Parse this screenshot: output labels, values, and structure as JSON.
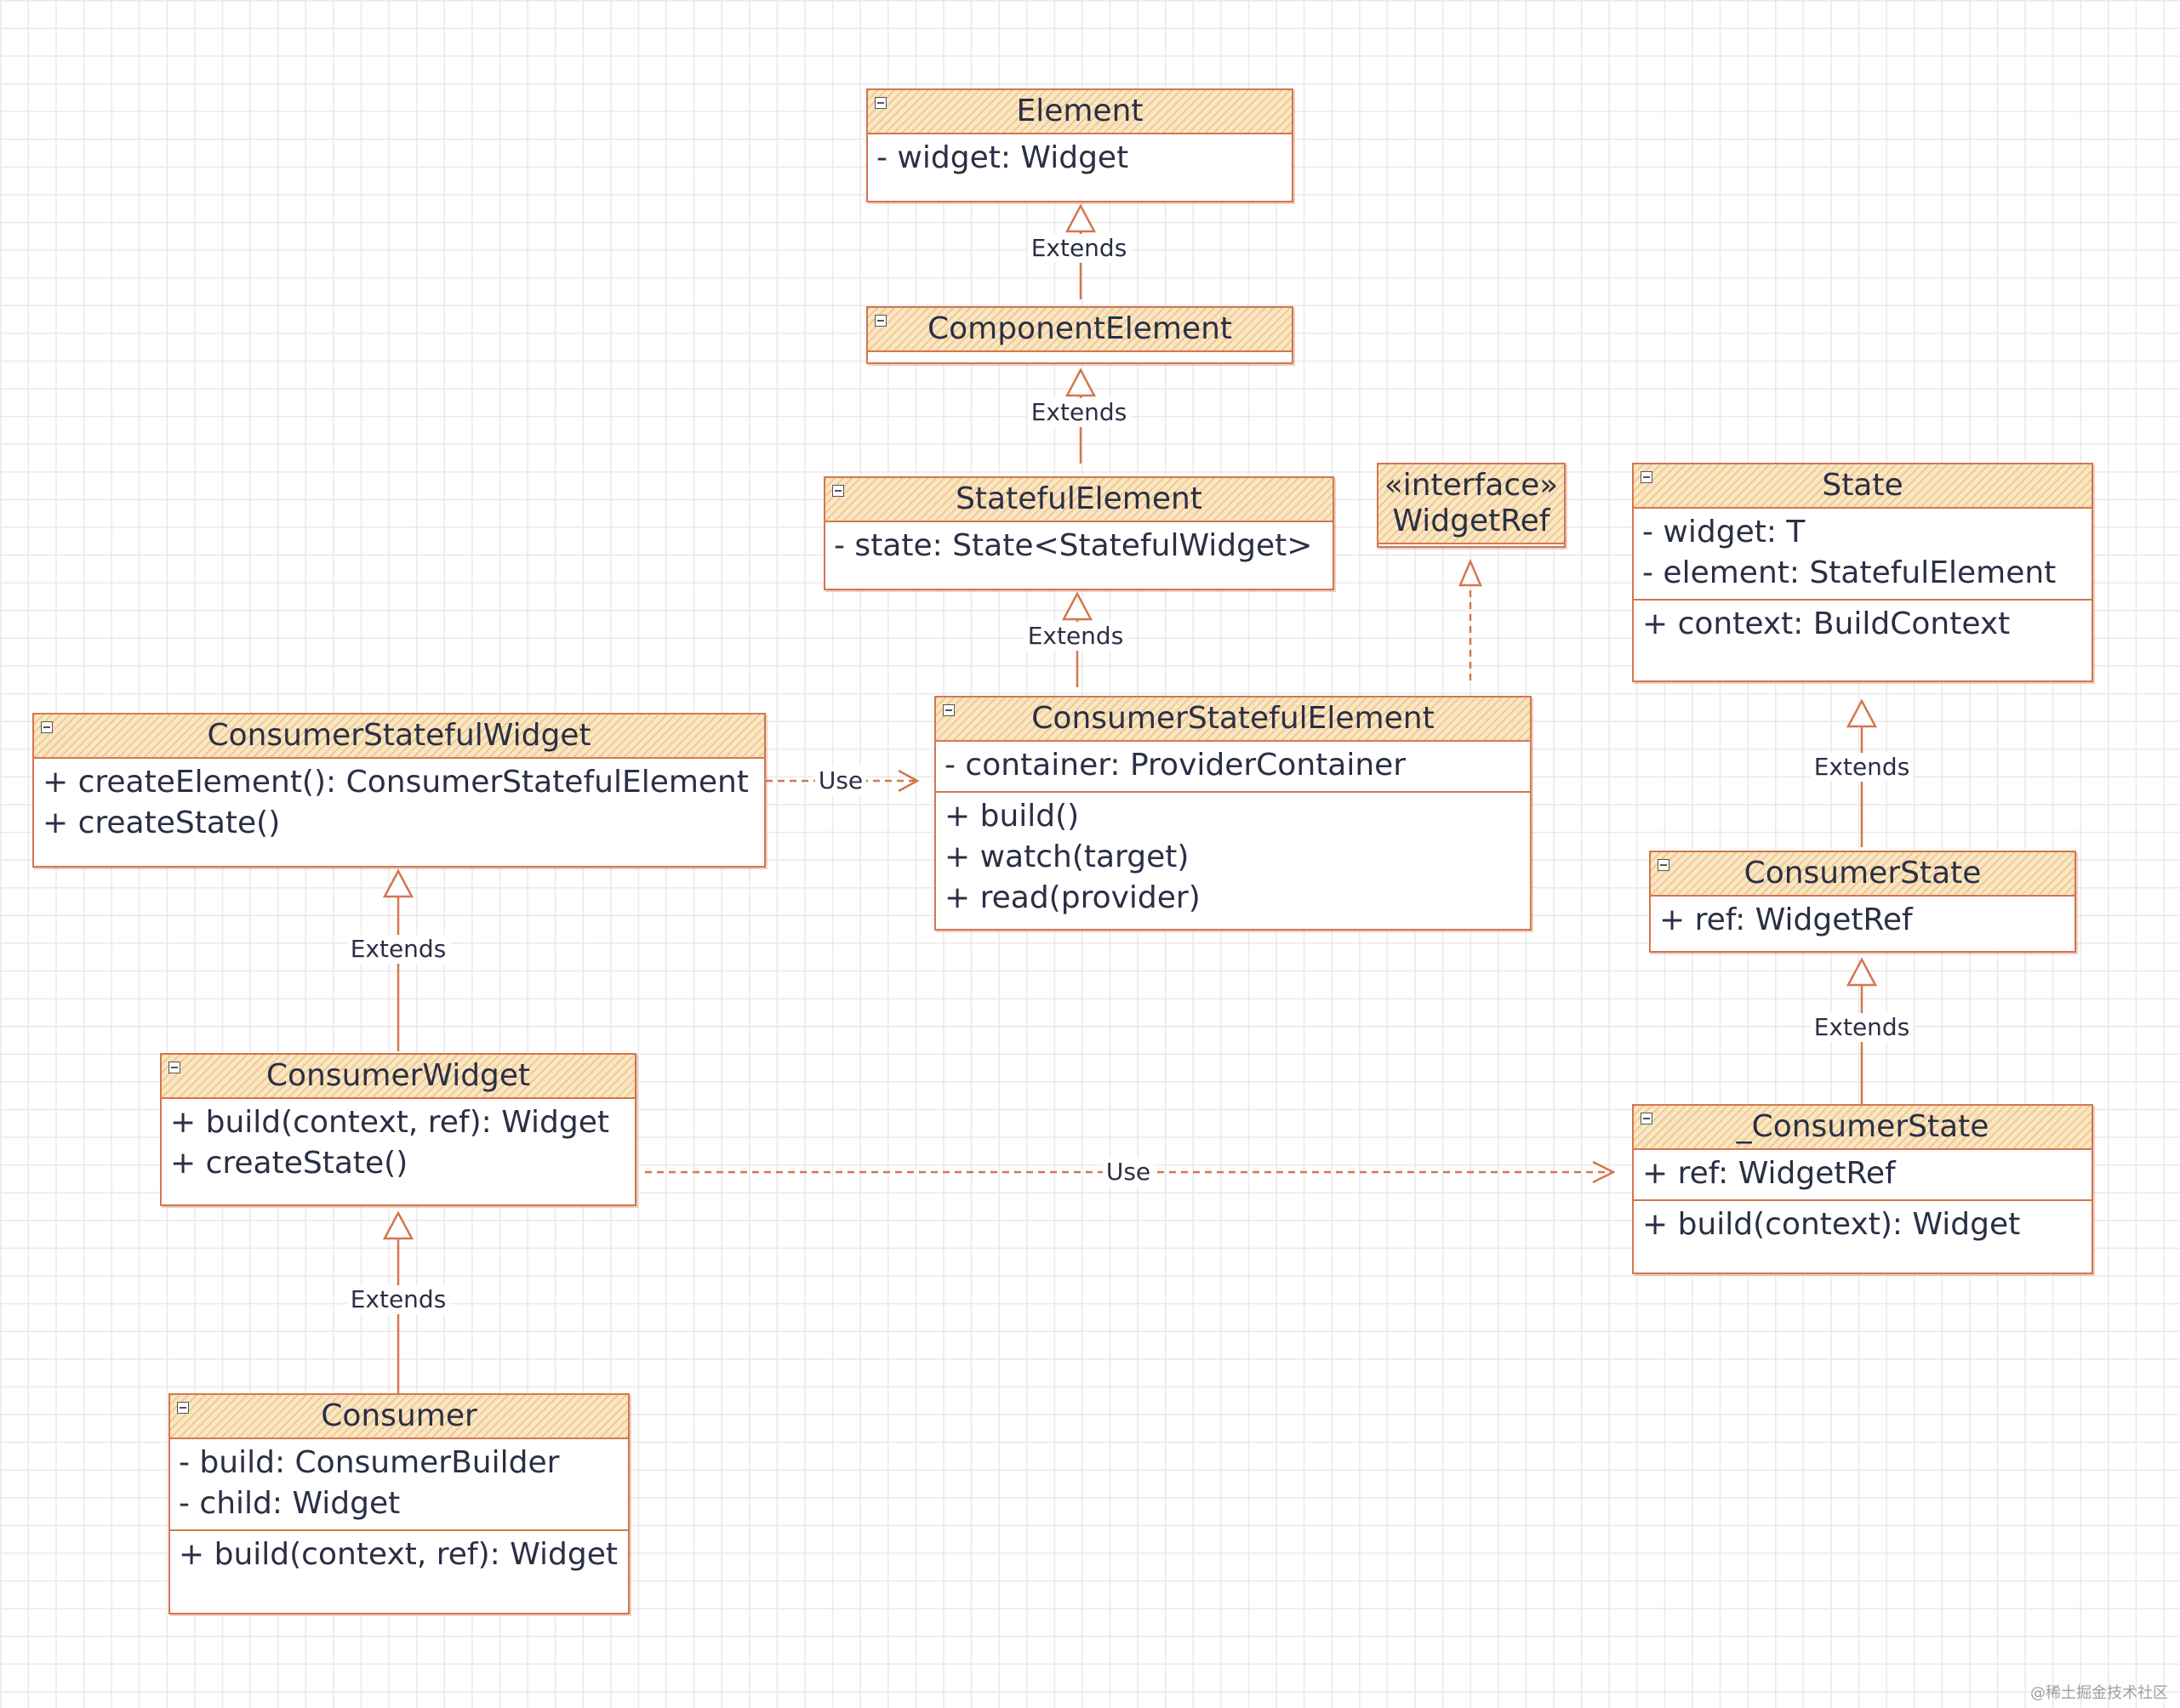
{
  "classes": {
    "element": {
      "name": "Element",
      "attrs": [
        "- widget: Widget"
      ]
    },
    "component_element": {
      "name": "ComponentElement"
    },
    "stateful_element": {
      "name": "StatefulElement",
      "attrs": [
        "- state: State<StatefulWidget>"
      ]
    },
    "widget_ref": {
      "stereotype": "«interface»",
      "name": "WidgetRef"
    },
    "state": {
      "name": "State",
      "attrs": [
        "- widget: T",
        "- element: StatefulElement"
      ],
      "methods": [
        "+ context: BuildContext"
      ]
    },
    "consumer_stateful_widget": {
      "name": "ConsumerStatefulWidget",
      "methods": [
        "+ createElement(): ConsumerStatefulElement",
        "+ createState()"
      ]
    },
    "consumer_stateful_element": {
      "name": "ConsumerStatefulElement",
      "attrs": [
        "- container: ProviderContainer"
      ],
      "methods": [
        "+ build()",
        "+ watch(target)",
        "+ read(provider)"
      ]
    },
    "consumer_state": {
      "name": "ConsumerState",
      "attrs": [
        "+ ref: WidgetRef"
      ]
    },
    "consumer_widget": {
      "name": "ConsumerWidget",
      "methods": [
        "+ build(context, ref): Widget",
        "+ createState()"
      ]
    },
    "consumer_state_private": {
      "name": "_ConsumerState",
      "attrs": [
        "+ ref: WidgetRef"
      ],
      "methods": [
        "+ build(context): Widget"
      ]
    },
    "consumer": {
      "name": "Consumer",
      "attrs": [
        "- build: ConsumerBuilder",
        "- child: Widget"
      ],
      "methods": [
        "+ build(context, ref): Widget"
      ]
    }
  },
  "relations": {
    "extends_label": "Extends",
    "use_label": "Use"
  },
  "watermark": "@稀土掘金技术社区",
  "colors": {
    "stroke": "#d4764f",
    "header_fill": "#f8e6c6",
    "text": "#2b2f45"
  }
}
